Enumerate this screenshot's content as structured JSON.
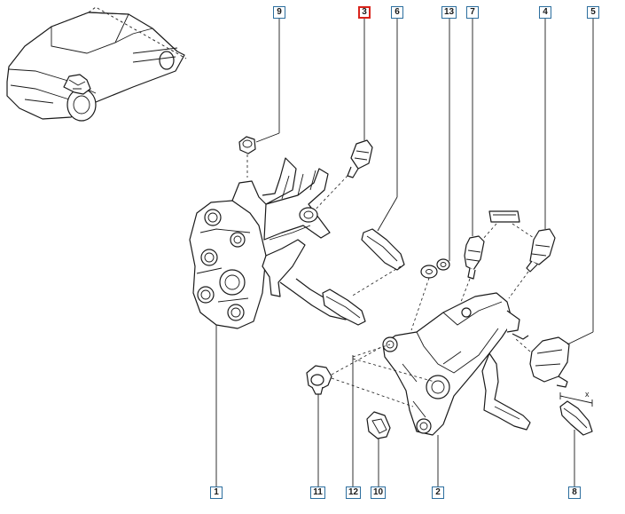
{
  "callouts": [
    {
      "label": "9",
      "highlight": false
    },
    {
      "label": "3",
      "highlight": true
    },
    {
      "label": "6",
      "highlight": false
    },
    {
      "label": "13",
      "highlight": false
    },
    {
      "label": "7",
      "highlight": false
    },
    {
      "label": "4",
      "highlight": false
    },
    {
      "label": "5",
      "highlight": false
    },
    {
      "label": "1",
      "highlight": false
    },
    {
      "label": "11",
      "highlight": false
    },
    {
      "label": "12",
      "highlight": false
    },
    {
      "label": "10",
      "highlight": false
    },
    {
      "label": "2",
      "highlight": false
    },
    {
      "label": "8",
      "highlight": false
    }
  ],
  "dimension_mark": "x",
  "colors": {
    "callout_border": "#2c6e9e",
    "highlight_border": "#d9241c",
    "line": "#1a1a1a",
    "background": "#ffffff"
  }
}
